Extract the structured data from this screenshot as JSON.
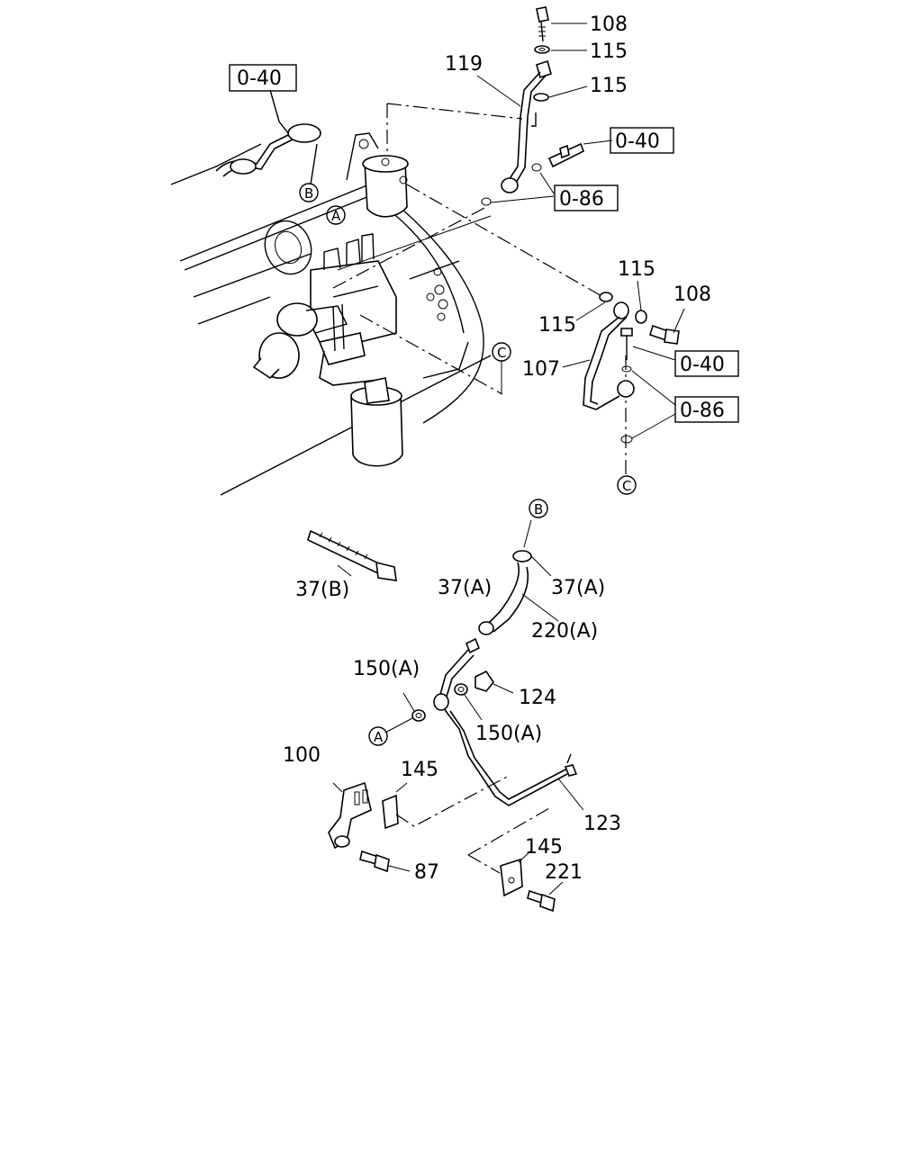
{
  "diagram": {
    "callouts": {
      "p108_top": "108",
      "p115_top": "115",
      "p119": "119",
      "p115_mid": "115",
      "p115_right_a": "115",
      "p108_right": "108",
      "p115_right_b": "115",
      "p107": "107",
      "p37b": "37(B)",
      "p37a_left": "37(A)",
      "p37a_right": "37(A)",
      "p220a": "220(A)",
      "p150a_left": "150(A)",
      "p124": "124",
      "p150a_right": "150(A)",
      "p100": "100",
      "p145_a": "145",
      "p123": "123",
      "p87": "87",
      "p145_b": "145",
      "p221": "221"
    },
    "refs": {
      "r040_left": "0-40",
      "r040_top": "0-40",
      "r086_top": "0-86",
      "r040_right": "0-40",
      "r086_right": "0-86"
    },
    "markers": {
      "m_a_engine": "A",
      "m_b_harness": "B",
      "m_c_engine": "C",
      "m_c_right": "C",
      "m_b_hose": "B",
      "m_a_pipe": "A"
    }
  }
}
